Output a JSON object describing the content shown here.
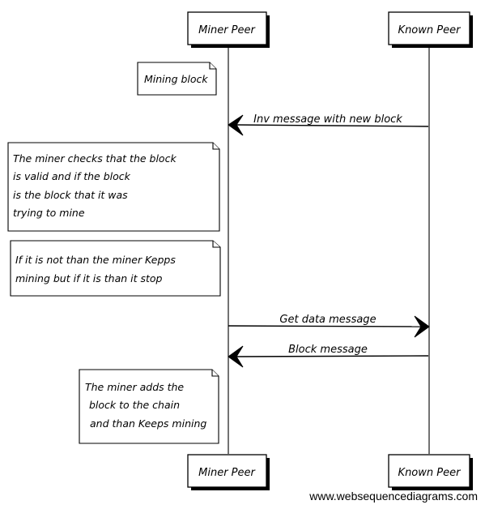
{
  "participants": {
    "miner": "Miner Peer",
    "known": "Known Peer"
  },
  "notes": {
    "mining": [
      "Mining block"
    ],
    "checks": [
      "The miner checks that the block",
      "is valid and if the block",
      "is the block that it was",
      "trying to mine"
    ],
    "stop": [
      "If it is not than the miner Kepps",
      "mining but if it is than it stop"
    ],
    "adds": [
      "The miner adds the",
      "block to the chain",
      "and than Keeps mining"
    ]
  },
  "messages": {
    "inv": "Inv message with new block",
    "getdata": "Get data message",
    "block": "Block message"
  },
  "footer": "www.websequencediagrams.com"
}
